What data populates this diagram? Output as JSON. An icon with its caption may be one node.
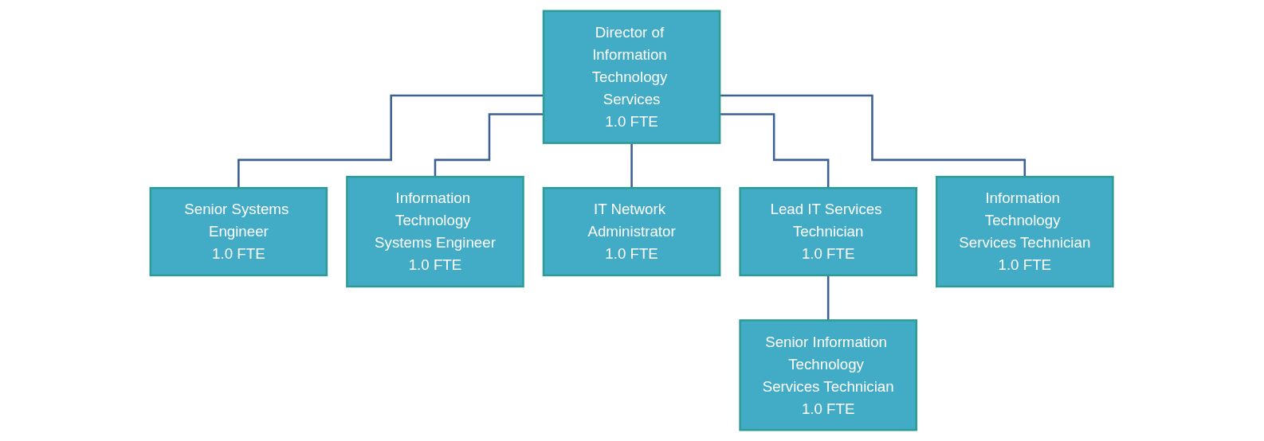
{
  "diagram": {
    "nodes": [
      {
        "text": [
          "Director of Information Technology Services",
          "1.0 FTE"
        ]
      },
      {
        "text": [
          "Senior Systems Engineer",
          "1.0 FTE"
        ]
      },
      {
        "text": [
          "Information Technology Systems Engineer",
          "1.0 FTE"
        ]
      },
      {
        "text": [
          "IT Network Administrator",
          "1.0 FTE"
        ]
      },
      {
        "text": [
          "Lead IT Services Technician",
          "1.0 FTE"
        ]
      },
      {
        "text": [
          "Information Technology Services Technician",
          "1.0 FTE"
        ]
      },
      {
        "text": [
          "Senior Information Technology Services Technician",
          "1.0 FTE"
        ]
      }
    ],
    "edges": [
      {
        "from": 0,
        "to": 1,
        "arrow": "none"
      },
      {
        "from": 0,
        "to": 2,
        "arrow": "none"
      },
      {
        "from": 0,
        "to": 3,
        "arrow": "none"
      },
      {
        "from": 0,
        "to": 4,
        "arrow": "none"
      },
      {
        "from": 0,
        "to": 5,
        "arrow": "none"
      },
      {
        "from": 4,
        "to": 6,
        "arrow": "none"
      }
    ]
  }
}
